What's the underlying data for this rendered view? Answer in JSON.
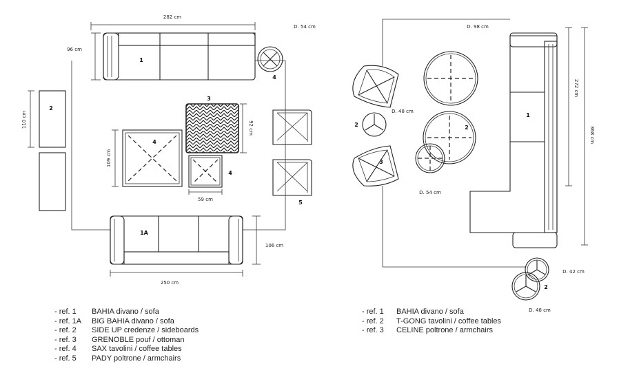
{
  "left_plan": {
    "dimensions": {
      "top_width": "282 cm",
      "sofa_depth": "96 cm",
      "sideboard_length": "110 cm",
      "coffee_table_4_large": "109 cm",
      "ottoman": "92 cm",
      "coffee_table_4_small": "59 cm",
      "big_sofa_depth": "106 cm",
      "big_sofa_width": "250 cm",
      "round_table": "D. 54 cm"
    },
    "refs": {
      "sofa": "1",
      "big_sofa": "1A",
      "sideboard": "2",
      "ottoman": "3",
      "table_large": "4",
      "table_small": "4",
      "table_round": "4",
      "armchair": "5"
    }
  },
  "right_plan": {
    "dimensions": {
      "table_98": "D. 98 cm",
      "table_48_left": "D. 48 cm",
      "table_54": "D. 54 cm",
      "sofa_length": "272 cm",
      "overall_length": "368 cm",
      "table_42": "D. 42 cm",
      "table_48_bottom": "D. 48 cm"
    },
    "refs": {
      "sofa": "1",
      "table_group": "2",
      "table_left": "2",
      "table_bottom": "2",
      "armchair": "3"
    }
  },
  "legend_left": [
    {
      "ref": "- ref. 1",
      "text": "BAHIA divano / sofa"
    },
    {
      "ref": "- ref. 1A",
      "text": "BIG BAHIA divano / sofa"
    },
    {
      "ref": "- ref. 2",
      "text": "SIDE UP credenze / sideboards"
    },
    {
      "ref": "- ref. 3",
      "text": "GRENOBLE pouf / ottoman"
    },
    {
      "ref": "- ref. 4",
      "text": "SAX tavolini / coffee tables"
    },
    {
      "ref": "- ref. 5",
      "text": "PADY poltrone / armchairs"
    }
  ],
  "legend_right": [
    {
      "ref": "- ref. 1",
      "text": "BAHIA divano / sofa"
    },
    {
      "ref": "- ref. 2",
      "text": "T-GONG tavolini / coffee tables"
    },
    {
      "ref": "- ref. 3",
      "text": "CELINE poltrone / armchairs"
    }
  ]
}
